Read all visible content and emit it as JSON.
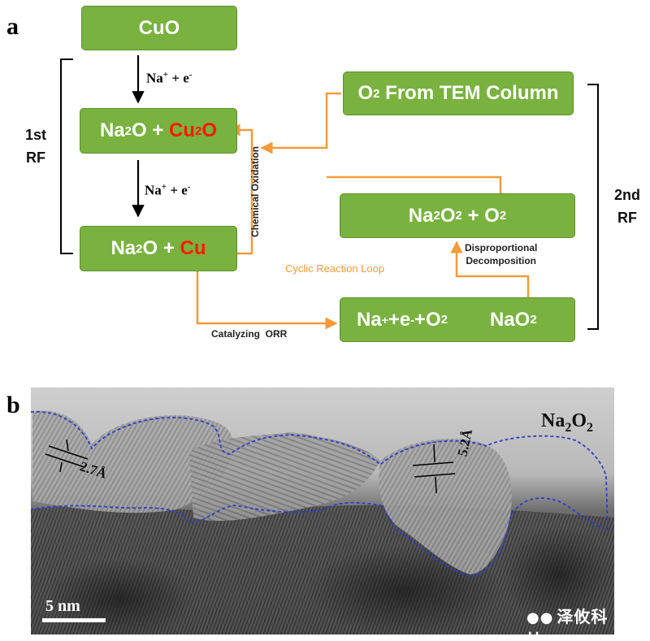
{
  "panels": {
    "a": "a",
    "b": "b"
  },
  "boxes": {
    "cuo": "CuO",
    "na2o_cu2o": {
      "left": "Na",
      "sub1": "2",
      "mid": "O + ",
      "red": "Cu",
      "redsub": "2",
      "redend": "O"
    },
    "na2o_cu": {
      "left": "Na",
      "sub1": "2",
      "mid": "O + ",
      "red": "Cu"
    },
    "o2_tem": {
      "pre": "O",
      "sub": "2",
      "post": " From TEM Column"
    },
    "na2o2_o2": {
      "a": "Na",
      "s1": "2",
      "b": "O",
      "s2": "2",
      "c": " + O",
      "s3": "2"
    },
    "orr": {
      "a": "Na",
      "sup1": "+",
      "b": "+e",
      "sup2": "-",
      "c": "+O",
      "s1": "2",
      "d": "NaO",
      "s2": "2"
    }
  },
  "ions": {
    "first": {
      "a": "Na",
      "sup1": "+",
      "b": " + e",
      "sup2": "-"
    },
    "second": {
      "a": "Na",
      "sup1": "+",
      "b": " + e",
      "sup2": "-"
    }
  },
  "brackets": {
    "first": {
      "line1": "1st",
      "line2": "RF"
    },
    "second": {
      "line1": "2nd",
      "line2": "RF"
    }
  },
  "labels": {
    "chemical_oxidation": "Chemical Oxidation",
    "cyclic_loop": "Cyclic Reaction Loop",
    "catalyzing": "Catalyzing  ORR",
    "disprop1": "Disproportional",
    "disprop2": "Decomposition"
  },
  "tem": {
    "phase_label": {
      "a": "Na",
      "s1": "2",
      "b": "O",
      "s2": "2"
    },
    "spacing_left": "2.7Å",
    "spacing_right": "5.2Å",
    "scale_bar": "5 nm",
    "watermark": "泽攸科技"
  },
  "colors": {
    "box_green": "#79b23f",
    "arrow_orange": "#f39a3c",
    "highlight_red": "#ff1a00",
    "outline_blue": "#2b3fc8"
  }
}
